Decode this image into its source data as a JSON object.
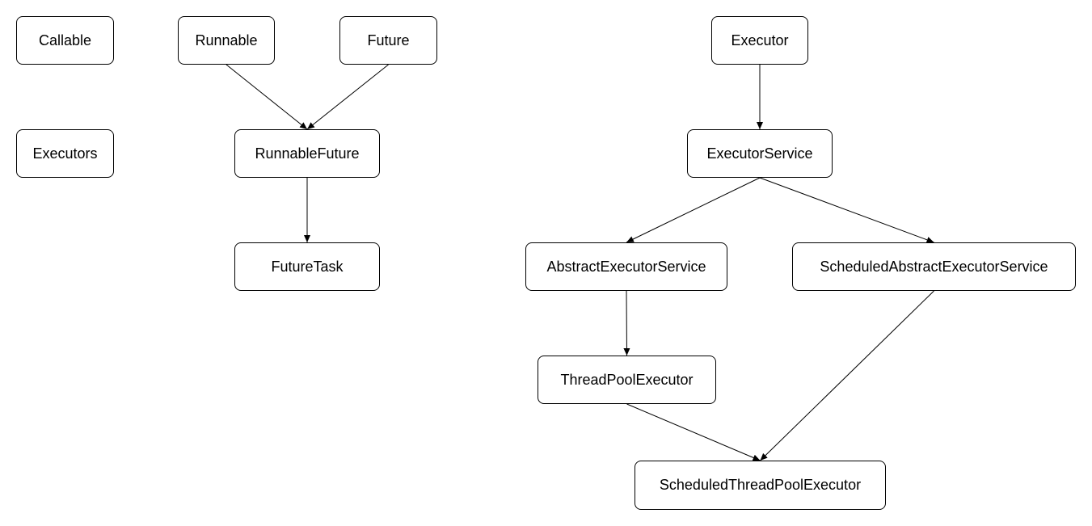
{
  "nodes": {
    "callable": "Callable",
    "runnable": "Runnable",
    "future": "Future",
    "executor": "Executor",
    "executors": "Executors",
    "runnable_future": "RunnableFuture",
    "executor_service": "ExecutorService",
    "future_task": "FutureTask",
    "abstract_executor_service": "AbstractExecutorService",
    "scheduled_abstract_executor_service": "ScheduledAbstractExecutorService",
    "thread_pool_executor": "ThreadPoolExecutor",
    "scheduled_thread_pool_executor": "ScheduledThreadPoolExecutor"
  },
  "edges": [
    {
      "from": "runnable",
      "to": "runnable_future"
    },
    {
      "from": "future",
      "to": "runnable_future"
    },
    {
      "from": "runnable_future",
      "to": "future_task"
    },
    {
      "from": "executor",
      "to": "executor_service"
    },
    {
      "from": "executor_service",
      "to": "abstract_executor_service"
    },
    {
      "from": "executor_service",
      "to": "scheduled_abstract_executor_service"
    },
    {
      "from": "abstract_executor_service",
      "to": "thread_pool_executor"
    },
    {
      "from": "thread_pool_executor",
      "to": "scheduled_thread_pool_executor"
    },
    {
      "from": "scheduled_abstract_executor_service",
      "to": "scheduled_thread_pool_executor"
    }
  ],
  "colors": {
    "stroke": "#000000",
    "fill": "#ffffff",
    "text": "#000000"
  }
}
